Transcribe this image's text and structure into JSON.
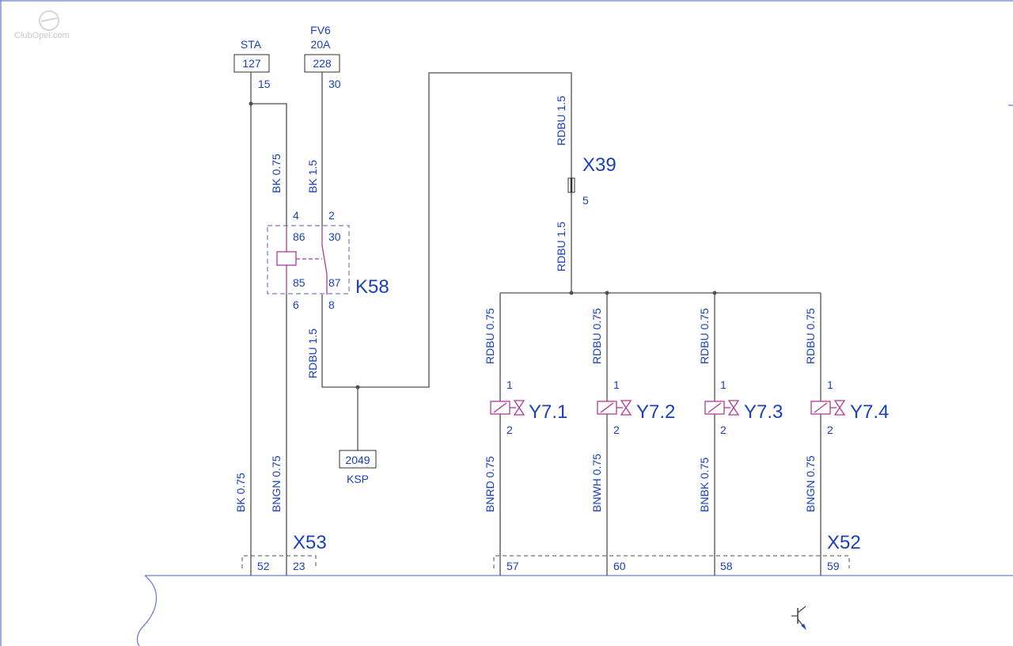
{
  "watermark": "ClubOpel.com",
  "terminals": {
    "sta": {
      "name": "STA",
      "number": "127",
      "pin": "15"
    },
    "fv6": {
      "name": "FV6",
      "rating": "20A",
      "number": "228",
      "pin": "30"
    },
    "ksp": {
      "name": "KSP",
      "number": "2049"
    }
  },
  "wires": {
    "bk075_upper": "BK 0.75",
    "bk15": "BK 1.5",
    "rdbu15_relay": "RDBU 1.5",
    "rdbu15_top": "RDBU 1.5",
    "rdbu15_mid": "RDBU 1.5",
    "bk075_lower": "BK 0.75",
    "bngn075_left": "BNGN 0.75",
    "y1_top": "RDBU 0.75",
    "y2_top": "RDBU 0.75",
    "y3_top": "RDBU 0.75",
    "y4_top": "RDBU 0.75",
    "y1_bottom": "BNRD 0.75",
    "y2_bottom": "BNWH 0.75",
    "y3_bottom": "BNBK 0.75",
    "y4_bottom": "BNGN 0.75"
  },
  "relay": {
    "name": "K58",
    "pins": {
      "p4": "4",
      "p2": "2",
      "p86": "86",
      "p30": "30",
      "p85": "85",
      "p87": "87",
      "p6": "6",
      "p8": "8"
    }
  },
  "connector_x39": {
    "name": "X39",
    "pin": "5"
  },
  "valves": [
    {
      "name": "Y7.1",
      "pin1": "1",
      "pin2": "2"
    },
    {
      "name": "Y7.2",
      "pin1": "1",
      "pin2": "2"
    },
    {
      "name": "Y7.3",
      "pin1": "1",
      "pin2": "2"
    },
    {
      "name": "Y7.4",
      "pin1": "1",
      "pin2": "2"
    }
  ],
  "connector_x53": {
    "name": "X53",
    "pins": [
      "52",
      "23"
    ]
  },
  "connector_x52": {
    "name": "X52",
    "pins": [
      "57",
      "60",
      "58",
      "59"
    ]
  },
  "colors": {
    "label": "#1a3fbf",
    "wire": "#505050",
    "component": "#b0389a",
    "frame": "#6a7fd0"
  }
}
